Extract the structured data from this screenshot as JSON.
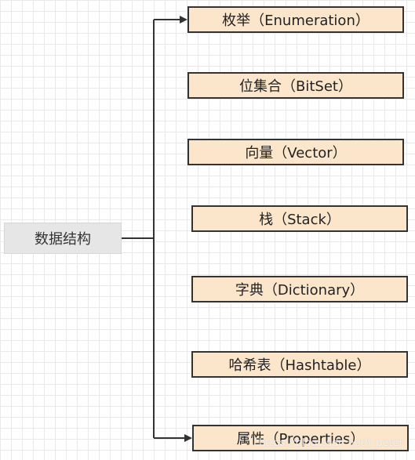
{
  "root": {
    "label": "数据结构"
  },
  "nodes": [
    {
      "label": "枚举（Enumeration）"
    },
    {
      "label": "位集合（BitSet）"
    },
    {
      "label": "向量（Vector）"
    },
    {
      "label": "栈（Stack）"
    },
    {
      "label": "字典（Dictionary）"
    },
    {
      "label": "哈希表（Hashtable）"
    },
    {
      "label": "属性（Properties）"
    }
  ],
  "watermark": "https://blog.csdn.net/l_peter",
  "colors": {
    "node_fill": "#fbe6cc",
    "root_fill": "#e6e6e6",
    "line": "#333333"
  }
}
